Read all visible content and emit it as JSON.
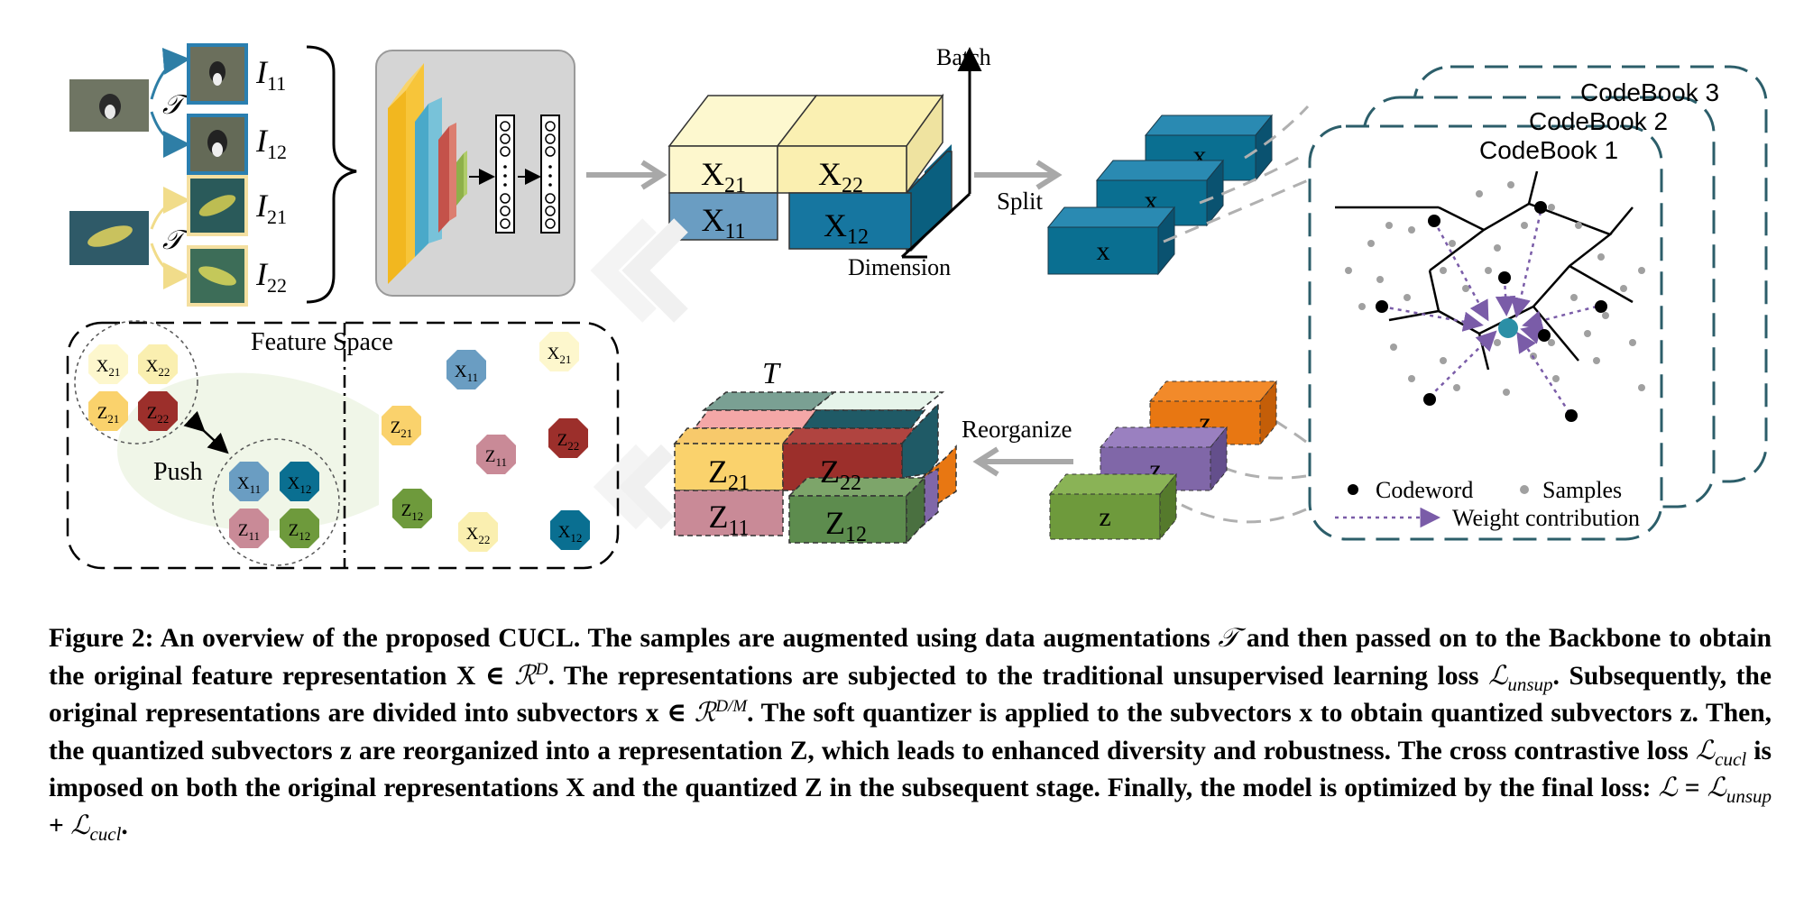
{
  "augmentation_symbol": "𝒯",
  "images": {
    "i11": {
      "base": "I",
      "sub": "11"
    },
    "i12": {
      "base": "I",
      "sub": "12"
    },
    "i21": {
      "base": "I",
      "sub": "21"
    },
    "i22": {
      "base": "I",
      "sub": "22"
    }
  },
  "batch_label": "Batch",
  "dimension_label": "Dimension",
  "split_label": "Split",
  "reorganize_label": "Reorganize",
  "feature_space_label": "Feature Space",
  "push_label": "Push",
  "t_label": "T",
  "codebooks": [
    "CodeBook 1",
    "CodeBook 2",
    "CodeBook 3"
  ],
  "legend": {
    "codeword": "Codeword",
    "samples": "Samples",
    "weight": "Weight contribution"
  },
  "x_block": {
    "x21": {
      "b": "X",
      "s": "21"
    },
    "x22": {
      "b": "X",
      "s": "22"
    },
    "x11": {
      "b": "X",
      "s": "11"
    },
    "x12": {
      "b": "X",
      "s": "12"
    }
  },
  "z_block": {
    "z21": {
      "b": "Z",
      "s": "21"
    },
    "z22": {
      "b": "Z",
      "s": "22"
    },
    "z11": {
      "b": "Z",
      "s": "11"
    },
    "z12": {
      "b": "Z",
      "s": "12"
    }
  },
  "subvector_x": "x",
  "subvector_z": "z",
  "colors": {
    "yellow_light": "#fef7c9",
    "teal": "#0a6f91",
    "steel_blue": "#6a9dc2",
    "orange": "#e87712",
    "purple": "#8067a8",
    "green": "#6e9a3c",
    "dark_red": "#9c2f2b",
    "pink": "#c98a97",
    "gold": "#fad26c",
    "dark_teal": "#1f5a66"
  },
  "caption": {
    "p1": "Figure 2: An overview of the proposed CUCL. The samples are augmented using data augmentations ",
    "p2": " and then passed on to the Backbone to obtain the original feature representation X ∈ ",
    "p3": ". The representations are subjected to the traditional unsupervised learning loss ",
    "p4": ". Subsequently, the original representations are divided into subvectors x ∈ ",
    "p5": ". The soft quantizer is applied to the subvectors x to obtain quantized subvectors z. Then, the quantized subvectors z are reorganized into a representation Z, which leads to enhanced diversity and robustness. The cross contrastive loss ",
    "p6": " is imposed on both the original representations X and the quantized Z in the subsequent stage. Finally, the model is optimized by the final loss: ",
    "p7": ".",
    "script_T": "𝒯",
    "script_R": "ℛ",
    "sup_D": "D",
    "sup_DM": "D/M",
    "script_L": "ℒ",
    "sub_unsup": "unsup",
    "sub_cucl": "cucl",
    "final_eq": " = ",
    "plus": " + "
  }
}
